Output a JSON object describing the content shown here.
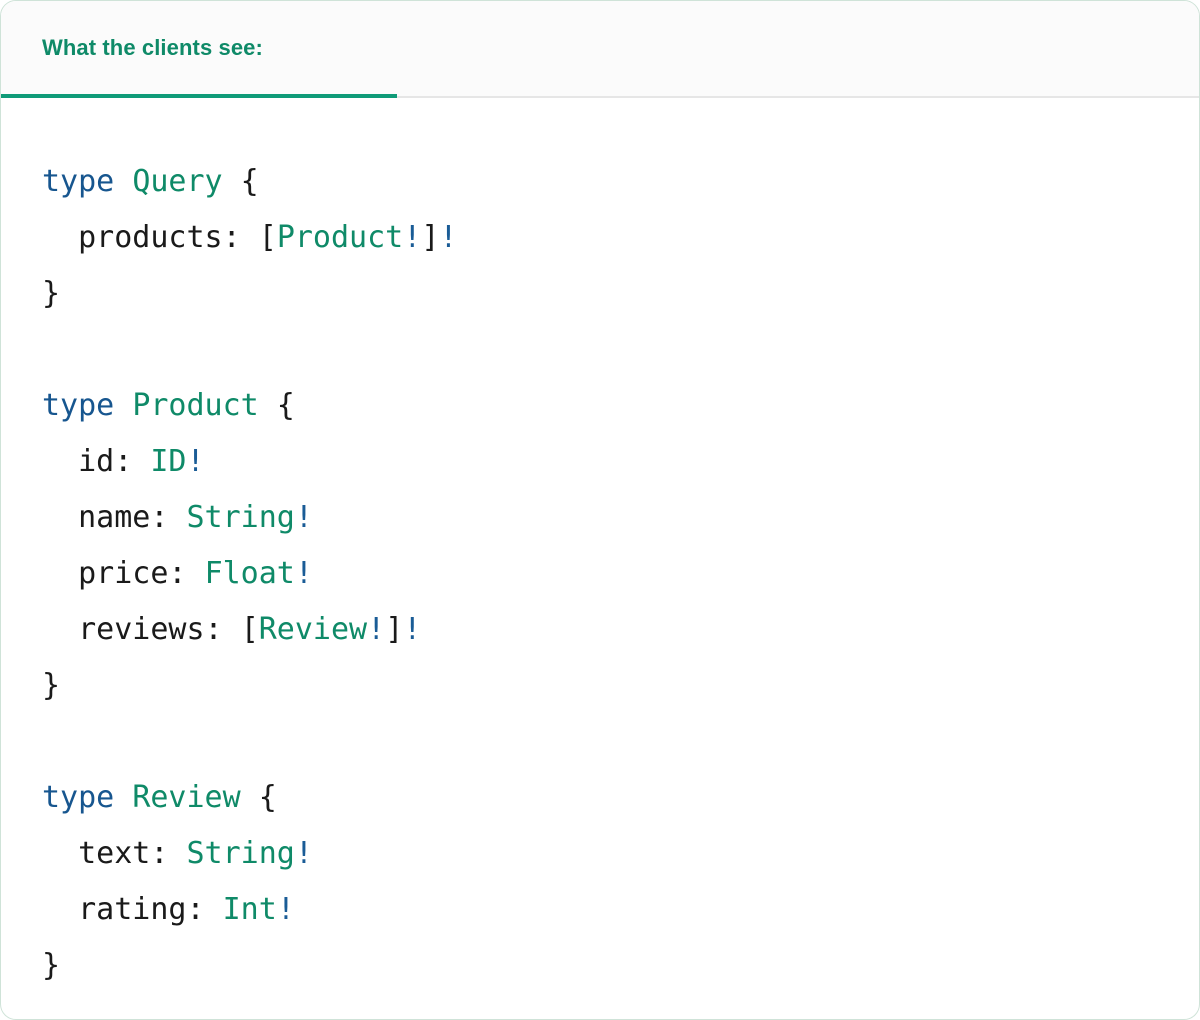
{
  "card": {
    "accent_color": "#0f9b78",
    "border_color": "#cfe3d8",
    "header_bg": "#fbfbfb"
  },
  "header": {
    "tabs": [
      {
        "label": "What the clients see:",
        "active": true
      }
    ]
  },
  "colors": {
    "keyword": "#17568f",
    "type_name": "#0f8a68",
    "non_null": "#1a5c96",
    "punctuation": "#1a1a1a"
  },
  "code": {
    "language": "graphql",
    "lines": [
      {
        "tokens": [
          {
            "t": "type",
            "c": "kw"
          },
          {
            "t": " ",
            "c": "punc"
          },
          {
            "t": "Query",
            "c": "tname"
          },
          {
            "t": " {",
            "c": "punc"
          }
        ]
      },
      {
        "tokens": [
          {
            "t": "  products: ",
            "c": "punc"
          },
          {
            "t": "[",
            "c": "punc"
          },
          {
            "t": "Product",
            "c": "tname"
          },
          {
            "t": "!",
            "c": "bang"
          },
          {
            "t": "]",
            "c": "punc"
          },
          {
            "t": "!",
            "c": "bang"
          }
        ]
      },
      {
        "tokens": [
          {
            "t": "}",
            "c": "punc"
          }
        ]
      },
      {
        "tokens": []
      },
      {
        "tokens": [
          {
            "t": "type",
            "c": "kw"
          },
          {
            "t": " ",
            "c": "punc"
          },
          {
            "t": "Product",
            "c": "tname"
          },
          {
            "t": " {",
            "c": "punc"
          }
        ]
      },
      {
        "tokens": [
          {
            "t": "  id: ",
            "c": "punc"
          },
          {
            "t": "ID",
            "c": "tname"
          },
          {
            "t": "!",
            "c": "bang"
          }
        ]
      },
      {
        "tokens": [
          {
            "t": "  name: ",
            "c": "punc"
          },
          {
            "t": "String",
            "c": "tname"
          },
          {
            "t": "!",
            "c": "bang"
          }
        ]
      },
      {
        "tokens": [
          {
            "t": "  price: ",
            "c": "punc"
          },
          {
            "t": "Float",
            "c": "tname"
          },
          {
            "t": "!",
            "c": "bang"
          }
        ]
      },
      {
        "tokens": [
          {
            "t": "  reviews: ",
            "c": "punc"
          },
          {
            "t": "[",
            "c": "punc"
          },
          {
            "t": "Review",
            "c": "tname"
          },
          {
            "t": "!",
            "c": "bang"
          },
          {
            "t": "]",
            "c": "punc"
          },
          {
            "t": "!",
            "c": "bang"
          }
        ]
      },
      {
        "tokens": [
          {
            "t": "}",
            "c": "punc"
          }
        ]
      },
      {
        "tokens": []
      },
      {
        "tokens": [
          {
            "t": "type",
            "c": "kw"
          },
          {
            "t": " ",
            "c": "punc"
          },
          {
            "t": "Review",
            "c": "tname"
          },
          {
            "t": " {",
            "c": "punc"
          }
        ]
      },
      {
        "tokens": [
          {
            "t": "  text: ",
            "c": "punc"
          },
          {
            "t": "String",
            "c": "tname"
          },
          {
            "t": "!",
            "c": "bang"
          }
        ]
      },
      {
        "tokens": [
          {
            "t": "  rating: ",
            "c": "punc"
          },
          {
            "t": "Int",
            "c": "tname"
          },
          {
            "t": "!",
            "c": "bang"
          }
        ]
      },
      {
        "tokens": [
          {
            "t": "}",
            "c": "punc"
          }
        ]
      }
    ]
  }
}
